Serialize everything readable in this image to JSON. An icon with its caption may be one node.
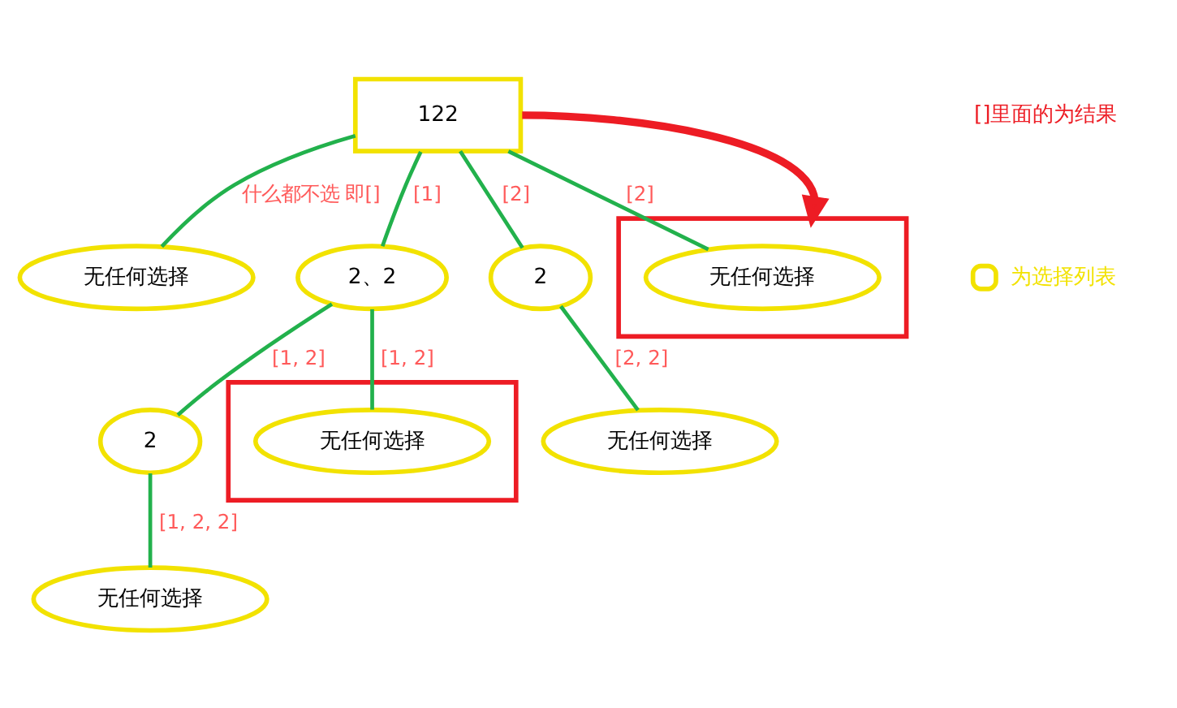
{
  "diagram": {
    "nodes": [
      {
        "text": [
          "122"
        ]
      },
      {
        "text": [],
        "shape": "box"
      },
      {
        "text": [
          "无任何选择"
        ],
        "in": 1
      },
      {
        "text": [
          "无任何选择"
        ]
      },
      {
        "text": [
          "2、2"
        ]
      },
      {
        "text": [
          "2"
        ]
      },
      {
        "text": [],
        "shape": "box"
      },
      {
        "text": [
          "无任何选择"
        ],
        "in": 6
      },
      {
        "text": [
          "2"
        ]
      },
      {
        "text": [
          "无任何选择"
        ]
      },
      {
        "text": [
          "无任何选择"
        ]
      }
    ],
    "edges": [
      {
        "from": 0,
        "to": 3,
        "arrow": "none",
        "label": "什么都不选 即[]"
      },
      {
        "from": 0,
        "to": 4,
        "arrow": "none",
        "label": "[1]"
      },
      {
        "from": 0,
        "to": 5,
        "arrow": "none",
        "label": "[2]"
      },
      {
        "from": 0,
        "to": 2,
        "arrow": "none",
        "label": "[2]"
      },
      {
        "from": 0,
        "to": 1,
        "arrow": "to",
        "style": "thick",
        "color": "#ed1c24"
      },
      {
        "from": 4,
        "to": 8,
        "arrow": "none",
        "label": "[1, 2]"
      },
      {
        "from": 4,
        "to": 7,
        "arrow": "none",
        "label": "[1, 2]"
      },
      {
        "from": 5,
        "to": 9,
        "arrow": "none",
        "label": "[2, 2]"
      },
      {
        "from": 8,
        "to": 10,
        "arrow": "none",
        "label": "[1, 2, 2]"
      }
    ],
    "labels": [
      "[]里面的为结果"
    ],
    "legend": [
      {
        "text": "为选择列表"
      }
    ]
  }
}
